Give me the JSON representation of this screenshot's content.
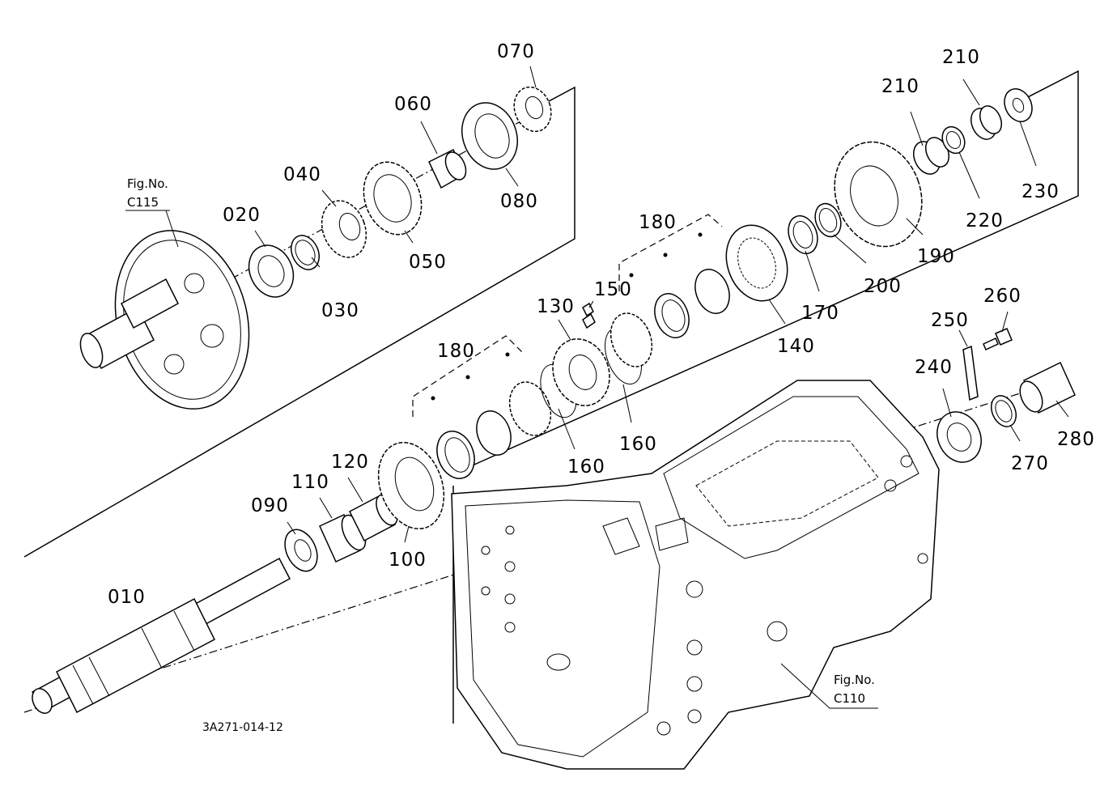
{
  "diagram": {
    "drawing_code": "3A271-014-12",
    "figure_refs": [
      {
        "label": "Fig.No.",
        "number": "C115"
      },
      {
        "label": "Fig.No.",
        "number": "C110"
      }
    ],
    "part_labels": [
      "010",
      "020",
      "030",
      "040",
      "050",
      "060",
      "070",
      "080",
      "090",
      "100",
      "110",
      "120",
      "130",
      "140",
      "150",
      "160",
      "160",
      "170",
      "180",
      "180",
      "190",
      "200",
      "210",
      "210",
      "220",
      "230",
      "240",
      "250",
      "260",
      "270",
      "280"
    ]
  }
}
